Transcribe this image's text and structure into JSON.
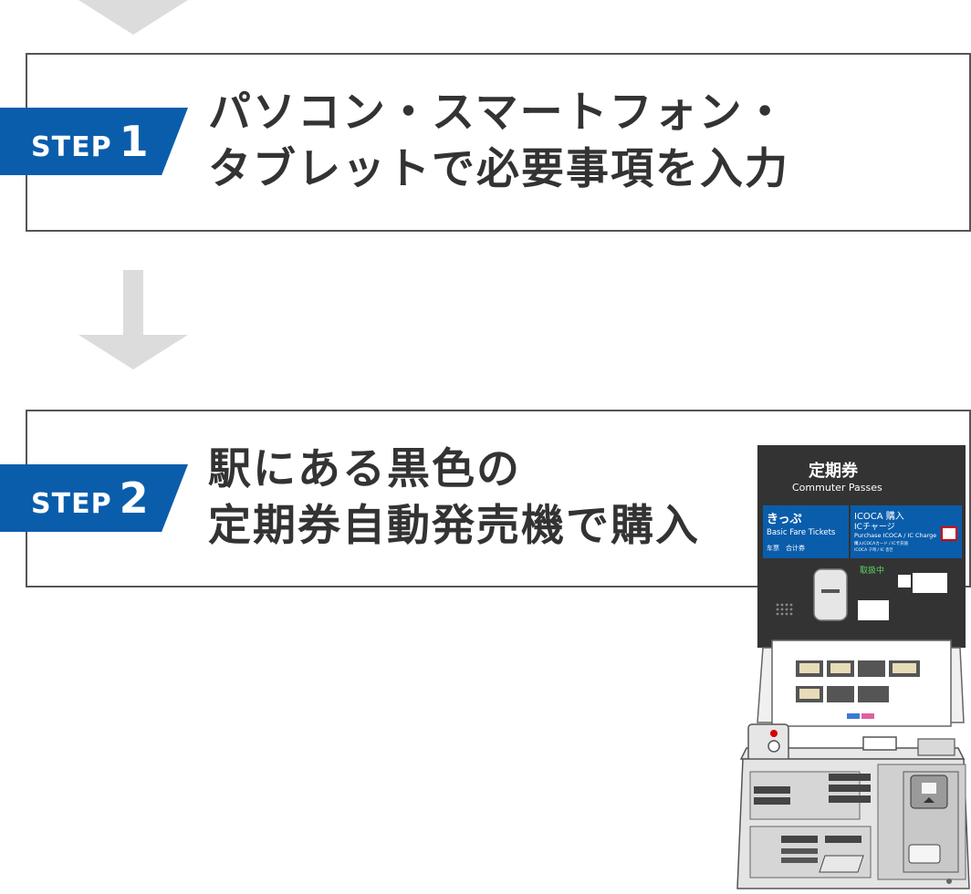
{
  "steps": [
    {
      "label": "STEP",
      "number": "1",
      "line1": "パソコン・スマートフォン・",
      "line2": "タブレットで必要事項を入力"
    },
    {
      "label": "STEP",
      "number": "2",
      "line1": "駅にある黒色の",
      "line2": "定期券自動発売機で購入"
    }
  ],
  "machine": {
    "header_title": "定期券",
    "header_subtitle": "Commuter Passes",
    "left_panel": {
      "title": "きっぷ",
      "subtitle": "Basic Fare Tickets",
      "detail": "车票　合计券"
    },
    "right_panel": {
      "title": "ICOCA 購入",
      "subtitle": "ICチャージ",
      "detail": "Purchase ICOCA / IC Charge",
      "small_line1": "購入ICOCAカード / IC卡充值",
      "small_line2": "ICOCA 구매 / IC 충전"
    },
    "status": "取扱中"
  },
  "colors": {
    "accent": "#0a5dab",
    "arrow": "#dcdcdc",
    "machine_dark": "#333333",
    "status_green": "#5fd35f"
  }
}
